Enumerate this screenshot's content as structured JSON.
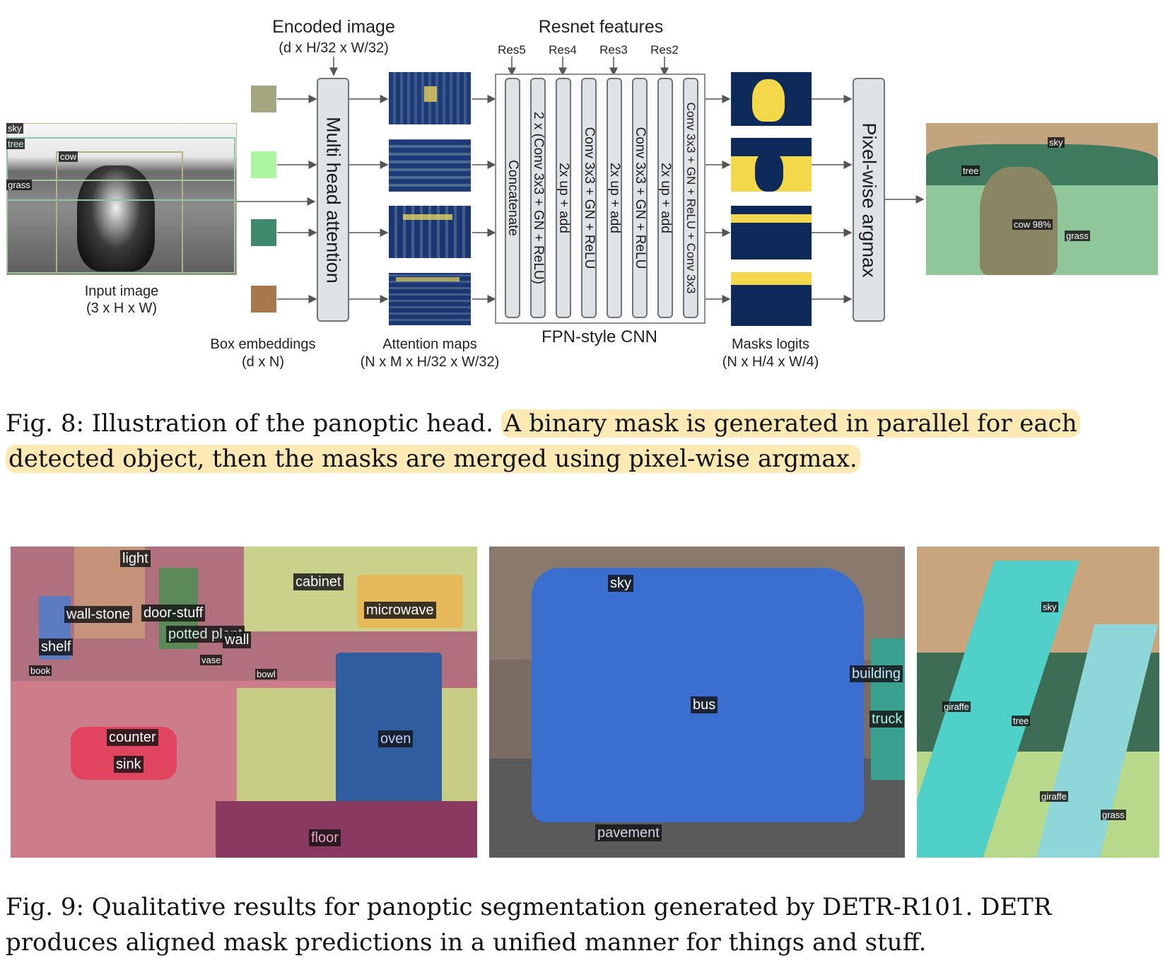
{
  "fig8": {
    "encoded_title": "Encoded image",
    "encoded_sub": "(d x H/32 x W/32)",
    "resnet_title": "Resnet features",
    "res_labels": [
      "Res5",
      "Res4",
      "Res3",
      "Res2"
    ],
    "input_title": "Input image",
    "input_sub": "(3 x H x W)",
    "input_tags": [
      "sky",
      "tree",
      "cow",
      "grass"
    ],
    "mha": "Multi head attention",
    "box_emb_title": "Box embeddings",
    "box_emb_sub": "(d x N)",
    "box_colors": [
      "#a3a67f",
      "#aef5a1",
      "#3f8a6c",
      "#a7794a"
    ],
    "att_title": "Attention maps",
    "att_sub": "(N x M x H/32 x W/32)",
    "fpn_cols": [
      "Concatenate",
      "2 x (Conv 3x3 + GN + ReLU)",
      "2x up + add",
      "Conv 3x3 + GN + ReLU",
      "2x up + add",
      "Conv 3x3 + GN + ReLU",
      "2x up + add",
      "Conv 3x3 + GN + ReLU + Conv 3x3"
    ],
    "fpn_title": "FPN-style CNN",
    "masks_title": "Masks logits",
    "masks_sub": "(N x H/4 x W/4)",
    "argmax": "Pixel-wise argmax",
    "output_tags": [
      "sky",
      "tree",
      "cow 98%",
      "grass"
    ],
    "caption_plain": "Fig. 8: Illustration of the panoptic head.",
    "caption_hl_1": "A binary mask is generated in parallel for each",
    "caption_hl_2": "detected object, then the masks are merged using pixel-wise argmax."
  },
  "fig9": {
    "kitchen_tags": [
      "light",
      "cabinet",
      "microwave",
      "wall-stone",
      "door-stuff",
      "potted plant",
      "wall",
      "shelf",
      "vase",
      "book",
      "bowl",
      "counter",
      "sink",
      "oven",
      "floor"
    ],
    "bus_tags": [
      "sky",
      "building",
      "bus",
      "truck",
      "pavement"
    ],
    "giraffe_tags": [
      "sky",
      "giraffe",
      "tree",
      "giraffe",
      "grass"
    ],
    "caption_1": "Fig. 9: Qualitative results for panoptic segmentation generated by DETR-R101. DETR",
    "caption_2": "produces aligned mask predictions in a unified manner for things and stuff."
  }
}
